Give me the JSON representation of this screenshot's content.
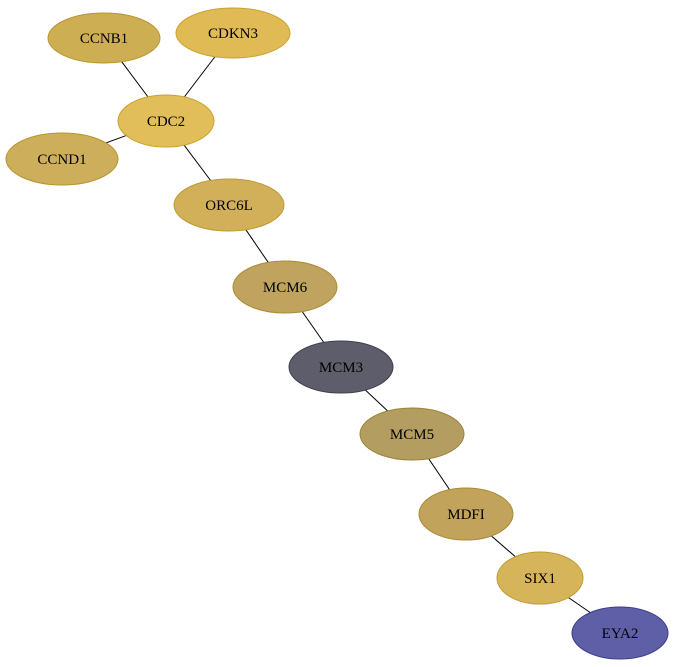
{
  "nodes": [
    {
      "id": "CCNB1",
      "label": "CCNB1",
      "fill": "#CDAE52",
      "stroke": "#B8962A"
    },
    {
      "id": "CDKN3",
      "label": "CDKN3",
      "fill": "#DFBA55",
      "stroke": "#C9A22E"
    },
    {
      "id": "CDC2",
      "label": "CDC2",
      "fill": "#E2BE5A",
      "stroke": "#C9A22E"
    },
    {
      "id": "CCND1",
      "label": "CCND1",
      "fill": "#CDAE5A",
      "stroke": "#B8962A"
    },
    {
      "id": "ORC6L",
      "label": "ORC6L",
      "fill": "#D2B05A",
      "stroke": "#BC9A30"
    },
    {
      "id": "MCM6",
      "label": "MCM6",
      "fill": "#BFA35F",
      "stroke": "#A88C35"
    },
    {
      "id": "MCM3",
      "label": "MCM3",
      "fill": "#5E5D6C",
      "stroke": "#3F3E4A"
    },
    {
      "id": "MCM5",
      "label": "MCM5",
      "fill": "#B39D60",
      "stroke": "#9C8438"
    },
    {
      "id": "MDFI",
      "label": "MDFI",
      "fill": "#C1A35C",
      "stroke": "#A98A32"
    },
    {
      "id": "SIX1",
      "label": "SIX1",
      "fill": "#D6B55A",
      "stroke": "#BF9C2F"
    },
    {
      "id": "EYA2",
      "label": "EYA2",
      "fill": "#5F5FA7",
      "stroke": "#3C3C8A"
    }
  ],
  "edges": [
    {
      "source": "CCNB1",
      "target": "CDC2"
    },
    {
      "source": "CDKN3",
      "target": "CDC2"
    },
    {
      "source": "CCND1",
      "target": "CDC2"
    },
    {
      "source": "CDC2",
      "target": "ORC6L"
    },
    {
      "source": "ORC6L",
      "target": "MCM6"
    },
    {
      "source": "MCM6",
      "target": "MCM3"
    },
    {
      "source": "MCM3",
      "target": "MCM5"
    },
    {
      "source": "MCM5",
      "target": "MDFI"
    },
    {
      "source": "MDFI",
      "target": "SIX1"
    },
    {
      "source": "SIX1",
      "target": "EYA2"
    }
  ]
}
